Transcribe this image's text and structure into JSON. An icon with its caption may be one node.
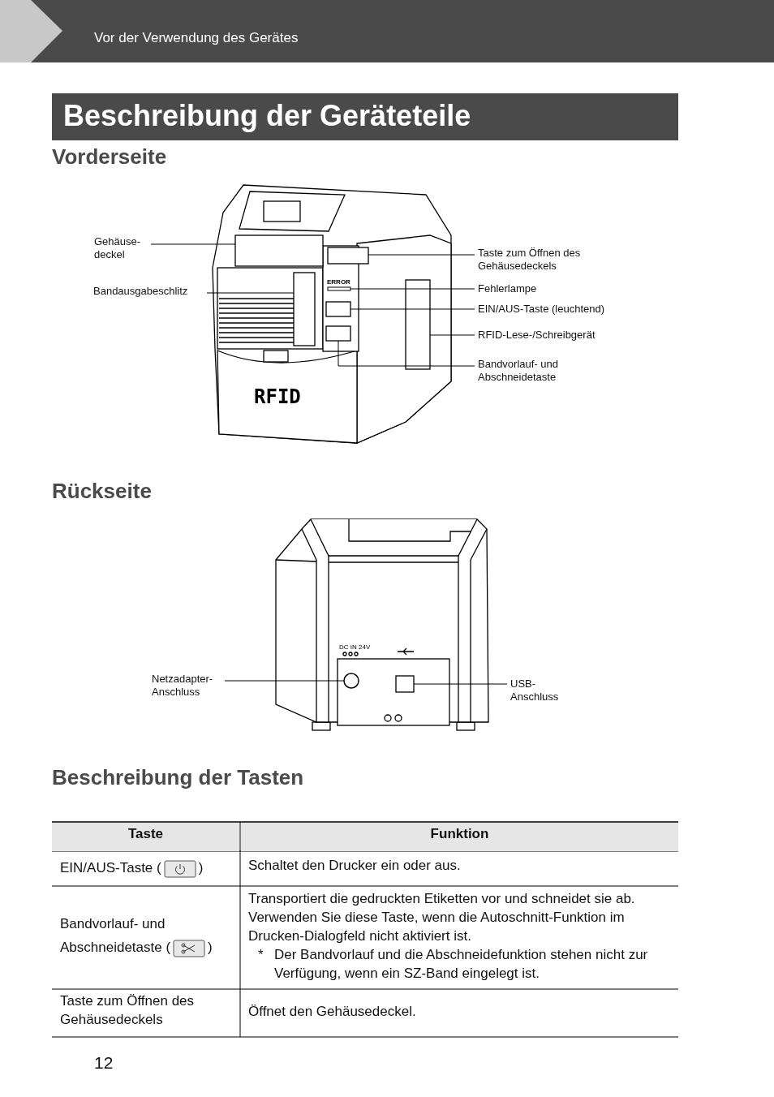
{
  "diagram": {
    "title": "Beschreibung der Geräteteile",
    "nodes": [
      {
        "text": [
          "Gehäuse- deckel"
        ]
      },
      {
        "text": [
          "Bandausgabeschlitz"
        ]
      },
      {
        "text": [
          "Taste zum Öffnen des Gehäusedeckels"
        ]
      },
      {
        "text": [
          "Fehlerlampe"
        ]
      },
      {
        "text": [
          "EIN/AUS-Taste (leuchtend)"
        ]
      },
      {
        "text": [
          "RFID-Lese-/Schreibgerät"
        ]
      },
      {
        "text": [
          "Bandvorlauf- und Abschneidetaste"
        ]
      },
      {
        "text": [
          "Netzadapter- Anschluss"
        ]
      },
      {
        "text": [
          "USB- Anschluss"
        ]
      },
      {
        "text": [],
        "shape": "box"
      },
      {
        "text": [],
        "shape": "box"
      },
      {
        "text": [],
        "shape": "box"
      },
      {
        "text": [],
        "shape": "bar"
      },
      {
        "text": [],
        "shape": "box"
      },
      {
        "text": [],
        "shape": "box"
      },
      {
        "text": [],
        "shape": "box"
      },
      {
        "text": [],
        "shape": "circle"
      },
      {
        "text": [],
        "shape": "box"
      }
    ],
    "edges": [
      {
        "from": 0,
        "to": 9,
        "arrow": "none"
      },
      {
        "from": 1,
        "to": 10,
        "arrow": "none"
      },
      {
        "from": 2,
        "to": 11,
        "arrow": "none"
      },
      {
        "from": 3,
        "to": 12,
        "arrow": "none"
      },
      {
        "from": 4,
        "to": 13,
        "arrow": "none"
      },
      {
        "from": 5,
        "to": 14,
        "arrow": "none"
      },
      {
        "from": 6,
        "to": 15,
        "arrow": "none"
      },
      {
        "from": 7,
        "to": 16,
        "arrow": "none"
      },
      {
        "from": 8,
        "to": 17,
        "arrow": "none"
      }
    ],
    "labels": [
      "Vor der Verwendung des Gerätes",
      "Vorderseite",
      "ERROR",
      "RFID",
      "Rückseite",
      "DC IN 24V",
      "Beschreibung der Tasten",
      "Taste",
      "Funktion",
      "EIN/AUS-Taste (",
      ")",
      "Schaltet den Drucker ein oder aus.",
      "Bandvorlauf- und Abschneidetaste (",
      ")",
      "Transportiert die gedruckten Etiketten vor und schneidet sie ab. Verwenden Sie diese Taste, wenn die Autoschnitt-Funktion im Drucken-Dialogfeld nicht aktiviert ist.",
      "*",
      "Der Bandvorlauf und die Abschneidefunktion stehen nicht zur Verfügung, wenn ein SZ-Band eingelegt ist.",
      "Taste zum Öffnen des Gehäusedeckels",
      "Öffnet den Gehäusedeckel.",
      "12"
    ]
  }
}
